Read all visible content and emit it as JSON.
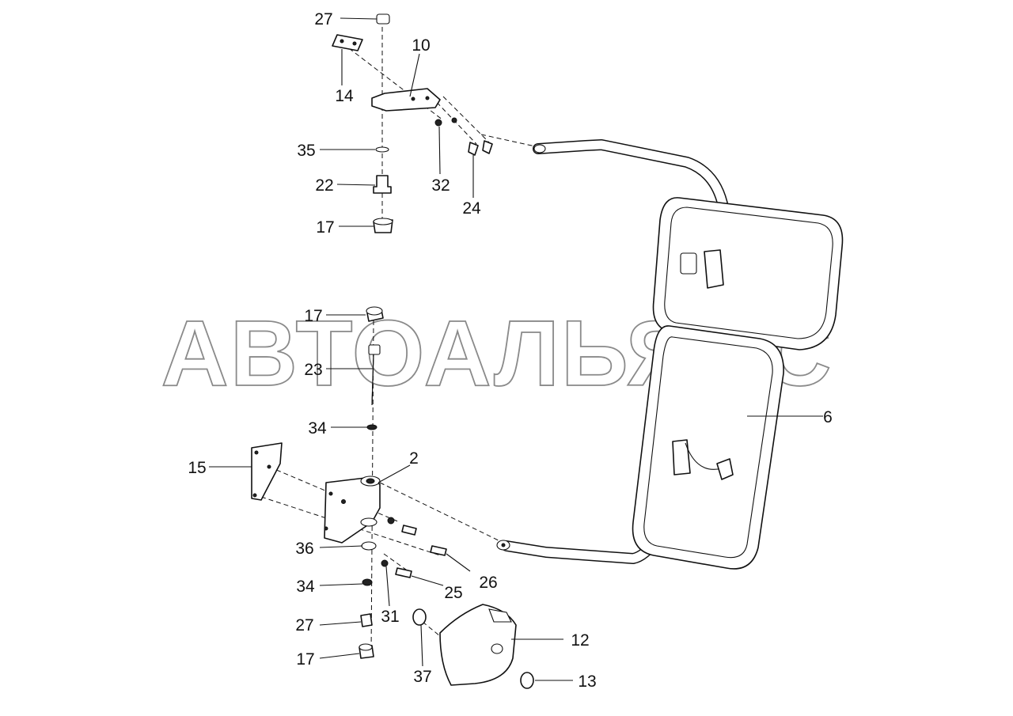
{
  "watermark": "АВТОАЛЬЯНС",
  "callouts": {
    "c27_top": "27",
    "c14": "14",
    "c10": "10",
    "c35": "35",
    "c32": "32",
    "c22": "22",
    "c24": "24",
    "c17_top": "17",
    "c17_mid": "17",
    "c23": "23",
    "c6": "6",
    "c34_upper": "34",
    "c15": "15",
    "c2": "2",
    "c36": "36",
    "c26": "26",
    "c25": "25",
    "c34_lower": "34",
    "c31": "31",
    "c27_bottom": "27",
    "c12": "12",
    "c17_bottom": "17",
    "c37": "37",
    "c13": "13"
  }
}
